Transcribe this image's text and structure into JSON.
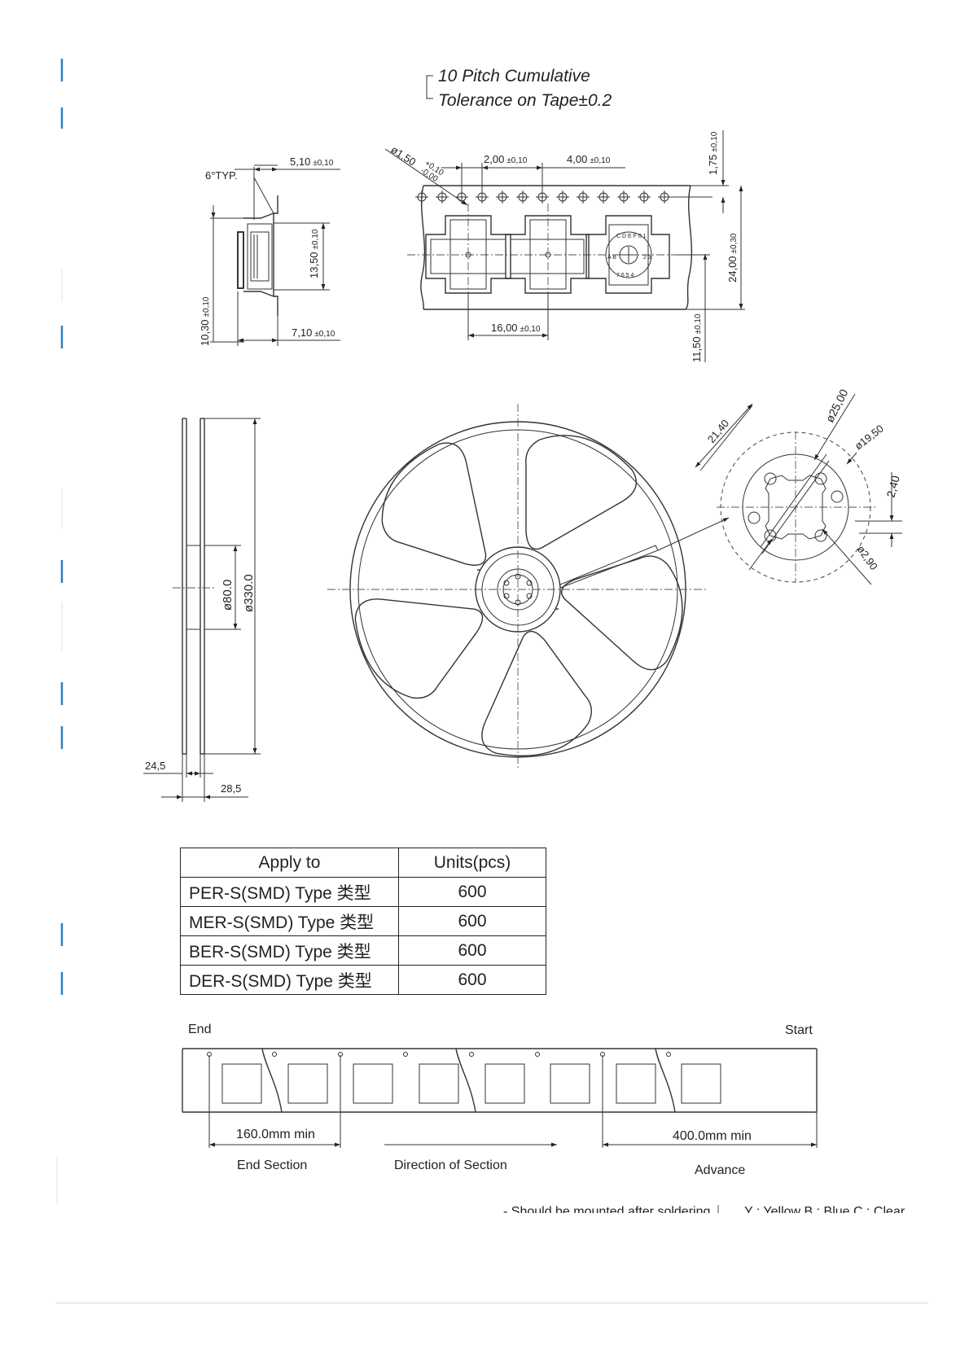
{
  "tape": {
    "note_line1": "10 Pitch Cumulative",
    "note_line2": "Tolerance on Tape±0.2",
    "angle": "6°TYP.",
    "dims": {
      "d_5_10": "5,10",
      "d_13_50": "13,50",
      "d_10_30": "10,30",
      "d_7_10": "7,10",
      "hole": "ø1,50",
      "hole_tol_up": "+0,10",
      "hole_tol_low": "-0,00",
      "d_2_00": "2,00",
      "d_4_00": "4,00",
      "d_1_75": "1,75",
      "d_24_00": "24,00",
      "d_16_00": "16,00",
      "d_11_50": "11,50"
    },
    "tol_010": "±0,10",
    "tol_030": "±0,30"
  },
  "reel": {
    "hub": "ø80.0",
    "outer": "ø330.0",
    "w1": "24,5",
    "w2": "28,5",
    "detail": {
      "d1": "21,40",
      "d2": "ø25,00",
      "d3": "ø19,50",
      "d4": "2,40",
      "d5": "ø2,90"
    }
  },
  "table": {
    "header": {
      "apply": "Apply to",
      "units": "Units(pcs)"
    },
    "rows": [
      {
        "type": "PER-S(SMD) Type  类型",
        "units": "600"
      },
      {
        "type": "MER-S(SMD) Type  类型",
        "units": "600"
      },
      {
        "type": "BER-S(SMD) Type  类型",
        "units": "600"
      },
      {
        "type": "DER-S(SMD) Type  类型",
        "units": "600"
      }
    ]
  },
  "leader": {
    "end": "End",
    "start": "Start",
    "end_len": "160.0mm min",
    "adv_len": "400.0mm min",
    "end_section": "End Section",
    "direction": "Direction of Section",
    "advance": "Advance"
  },
  "cut_text": {
    "left": "- Should be mounted after soldering",
    "right": "Y : Yellow   B : Blue   C : Clear"
  },
  "colors": {
    "ink": "#222222",
    "edge_mark": "#2c7fc4",
    "footer_rule": "#d9d9d9"
  }
}
